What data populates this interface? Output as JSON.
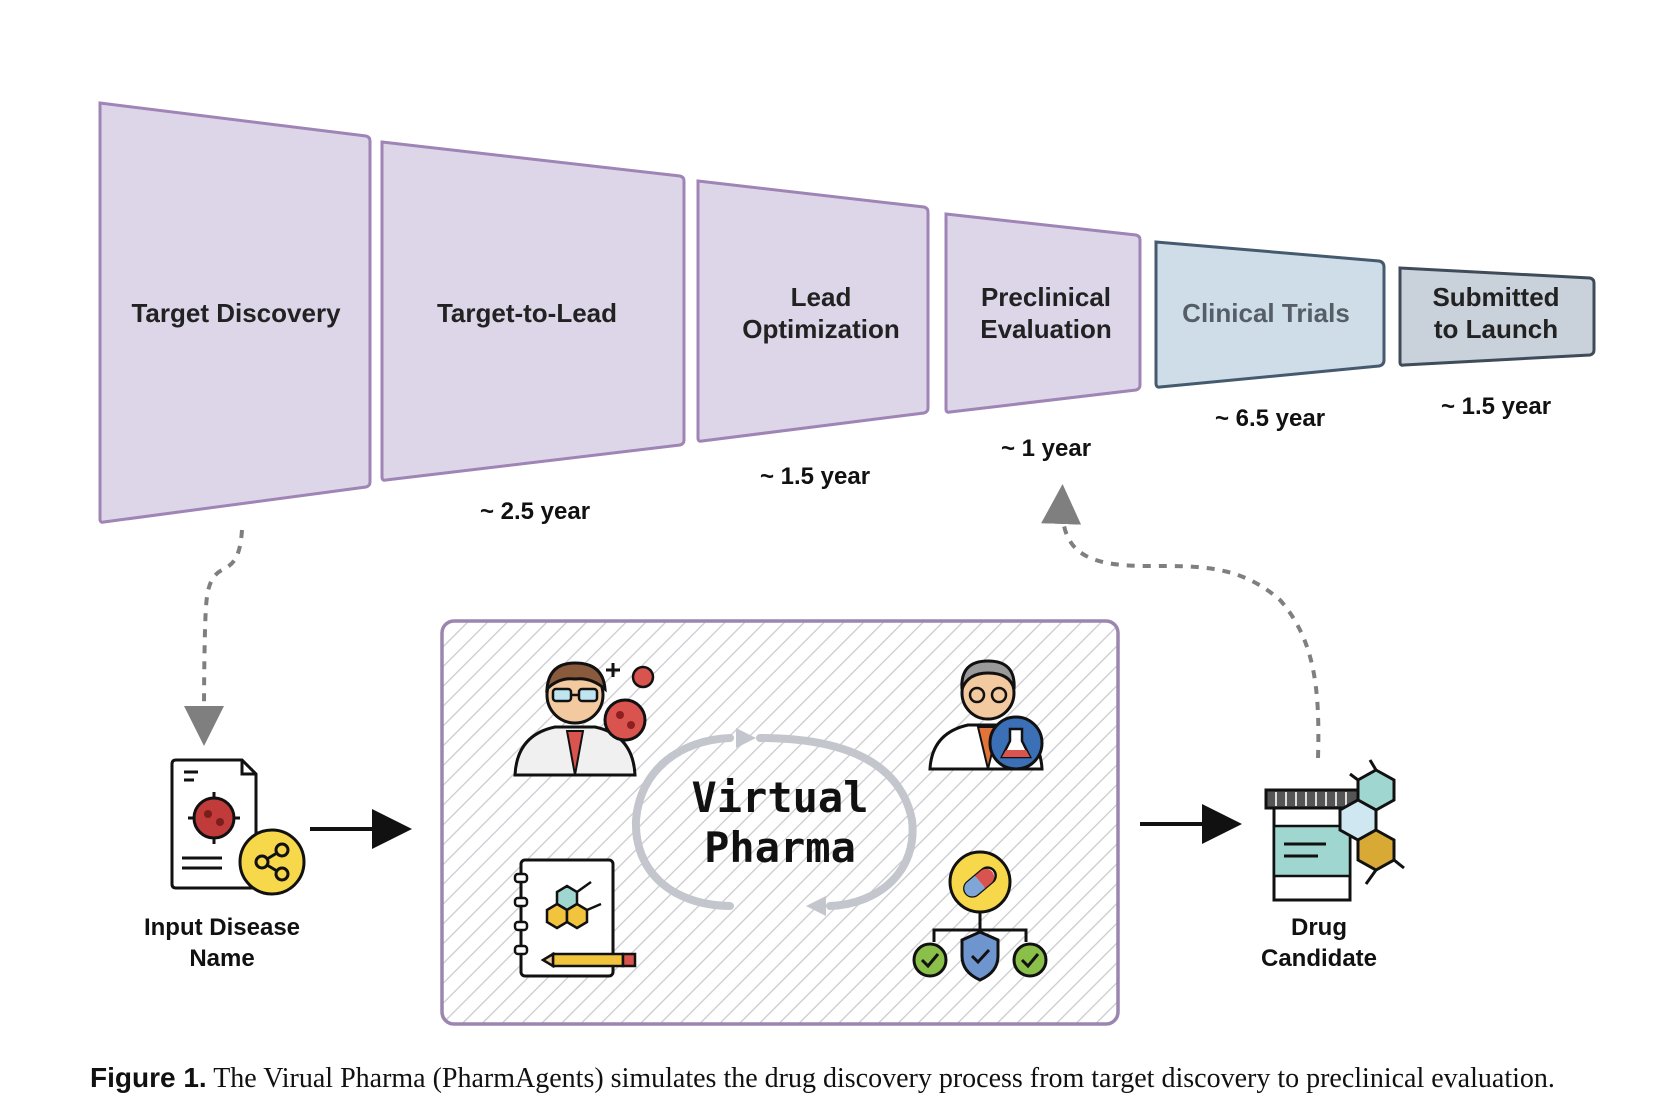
{
  "stages": [
    {
      "label_lines": [
        "Target Discovery"
      ],
      "duration": ""
    },
    {
      "label_lines": [
        "Target-to-Lead"
      ],
      "duration": "~ 2.5 year"
    },
    {
      "label_lines": [
        "Lead",
        "Optimization"
      ],
      "duration": "~ 1.5 year"
    },
    {
      "label_lines": [
        "Preclinical",
        "Evaluation"
      ],
      "duration": "~ 1 year"
    },
    {
      "label_lines": [
        "Clinical Trials"
      ],
      "duration": "~ 6.5 year"
    },
    {
      "label_lines": [
        "Submitted",
        "to Launch"
      ],
      "duration": "~ 1.5 year"
    }
  ],
  "input_node": {
    "label_lines": [
      "Input Disease",
      "Name"
    ]
  },
  "center": {
    "label_lines": [
      "Virtual",
      "Pharma"
    ]
  },
  "output_node": {
    "label_lines": [
      "Drug",
      "Candidate"
    ]
  },
  "caption": {
    "label": "Figure 1.",
    "text": " The Virual Pharma (PharmAgents) simulates the drug discovery process from target discovery to preclinical evaluation."
  },
  "colors": {
    "stage_fill": "#ddd6e8",
    "stage_stroke": "#9f84b6",
    "clinical_fill": "#cfdde9",
    "clinical_stroke": "#455a6e",
    "launch_fill": "#c9d1da",
    "launch_stroke": "#3f4b58",
    "box_stroke": "#9b86b0",
    "hatch": "#c9c9cf",
    "dashed_arrow": "#7f7f7f"
  },
  "icons": [
    "scientist-virus-icon",
    "chemist-flask-icon",
    "notebook-molecule-icon",
    "pill-safety-icon",
    "disease-document-share-icon",
    "medicine-bottle-molecule-icon"
  ]
}
